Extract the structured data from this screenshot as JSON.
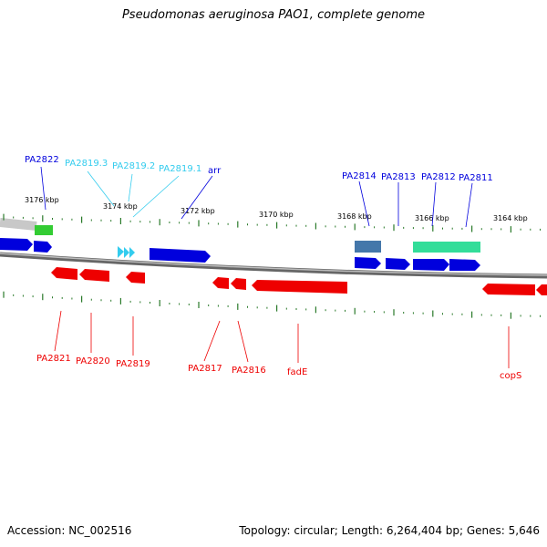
{
  "title": "Pseudomonas aeruginosa PAO1, complete genome",
  "footer": {
    "accession": "Accession: NC_002516",
    "summary": "Topology: circular; Length: 6,264,404 bp; Genes: 5,646"
  },
  "colors": {
    "forward_gene": "#0000dd",
    "reverse_gene": "#ee0000",
    "rna": "#33ccee",
    "backbone": "#888888",
    "tick": "#2a7a2a",
    "green_feature": "#33cc33",
    "teal_feature": "#33dd99",
    "steel_feature": "#4477aa"
  },
  "scale_labels": [
    "3176 kbp",
    "3174 kbp",
    "3172 kbp",
    "3170 kbp",
    "3168 kbp",
    "3166 kbp",
    "3164 kbp"
  ],
  "forward_labels": [
    "PA2822",
    "PA2819.3",
    "PA2819.2",
    "PA2819.1",
    "arr",
    "PA2814",
    "PA2813",
    "PA2812",
    "PA2811"
  ],
  "reverse_labels": [
    "PA2821",
    "PA2820",
    "PA2819",
    "PA2817",
    "PA2816",
    "fadE",
    "copS"
  ]
}
